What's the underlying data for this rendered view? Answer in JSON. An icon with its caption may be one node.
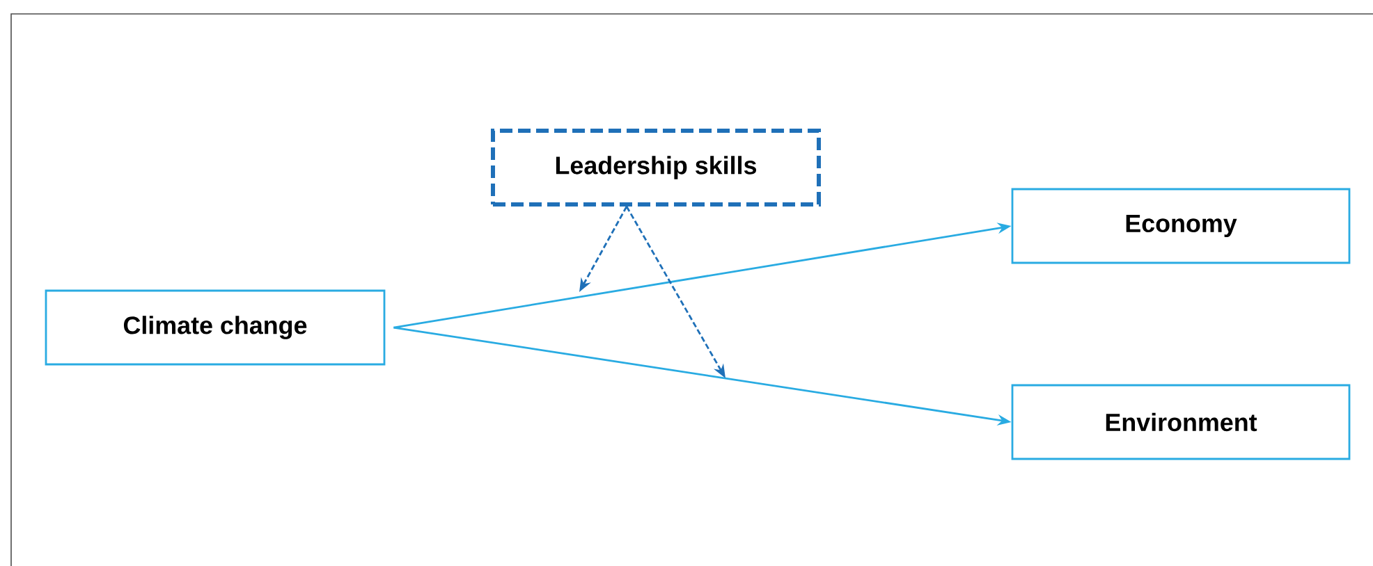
{
  "diagram": {
    "nodes": [
      {
        "text": [
          "Leadership skills"
        ]
      },
      {
        "text": [
          "Economy"
        ]
      },
      {
        "text": [
          "Climate change"
        ]
      },
      {
        "text": [
          "Environment"
        ]
      }
    ],
    "edges": [
      {
        "from": 2,
        "to": 1,
        "arrow": "to"
      },
      {
        "from": 2,
        "to": 3,
        "arrow": "to"
      },
      {
        "from": 0,
        "to": null,
        "arrow": "to",
        "style": "dashed",
        "color": "#1f70b8"
      },
      {
        "from": 0,
        "to": null,
        "arrow": "to",
        "style": "dashed",
        "color": "#1f70b8"
      }
    ]
  }
}
